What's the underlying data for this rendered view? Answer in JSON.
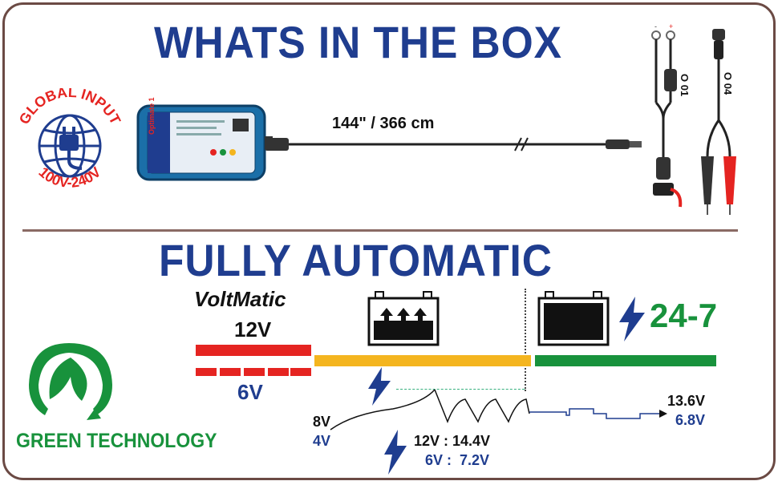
{
  "whats_in_box": {
    "title": "WHATS IN THE BOX",
    "cable_length": "144\" / 366 cm",
    "global_input_label": "GLOBAL INPUT",
    "voltage_range": "100V-240V",
    "charger_brand": "Optimate 1",
    "connector_01_label": "O 01",
    "connector_04_label": "O 04"
  },
  "fully_automatic": {
    "title": "FULLY AUTOMATIC",
    "voltmatic_label": "VoltMatic",
    "volt_12": "12V",
    "volt_6": "6V",
    "maintenance_label": "24-7",
    "green_tech_label": "GREEN TECHNOLOGY",
    "start_volt_12": "8V",
    "start_volt_6": "4V",
    "charge_volt_12": "12V : 14.4V",
    "charge_volt_6": "6V :  7.2V",
    "float_volt_12": "13.6V",
    "float_volt_6": "6.8V"
  },
  "colors": {
    "title_blue": "#1f3d8f",
    "red": "#e52421",
    "yellow": "#f4b51f",
    "green": "#18923c",
    "frame": "#6b4a44"
  }
}
